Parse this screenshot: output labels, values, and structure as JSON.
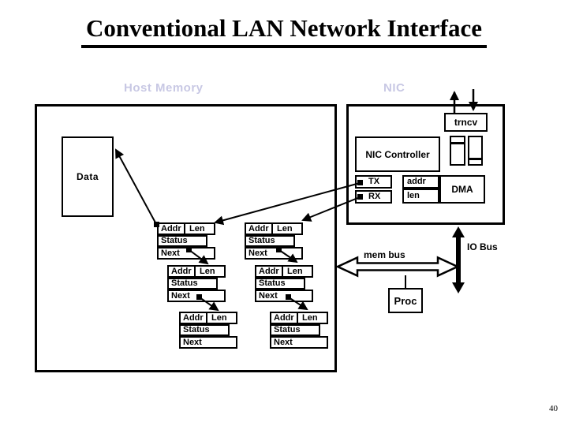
{
  "title": "Conventional LAN Network Interface",
  "page_number": "40",
  "colors": {
    "ghost_label": "#c8c8e4",
    "ink": "#000000",
    "background": "#ffffff"
  },
  "host_memory": {
    "label": "Host Memory",
    "data_box": "Data"
  },
  "nic": {
    "label": "NIC",
    "trncv": "trncv",
    "controller": "NIC Controller",
    "tx": "TX",
    "rx": "RX",
    "addr": "addr",
    "len": "len",
    "dma": "DMA"
  },
  "descriptor": {
    "addr": "Addr",
    "len": "Len",
    "status": "Status",
    "next": "Next"
  },
  "bus": {
    "mem_bus": "mem bus",
    "io_bus": "IO Bus",
    "proc": "Proc"
  }
}
